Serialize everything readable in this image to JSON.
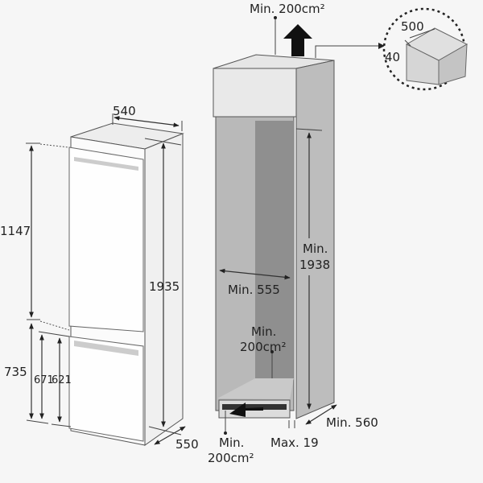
{
  "appliance": {
    "width_label": "540",
    "upper_height_label": "1147",
    "total_height_label": "1935",
    "lower_height_label": "735",
    "door_671_label": "671",
    "door_621_label": "621",
    "depth_label": "550"
  },
  "cabinet": {
    "top_vent_label": "Min. 200cm²",
    "inset_width_label": "500",
    "inset_depth_label": "40",
    "height_label_line1": "Min.",
    "height_label_line2": "1938",
    "width_label": "Min. 555",
    "rear_vent_line1": "Min.",
    "rear_vent_line2": "200cm²",
    "depth_label": "Min. 560",
    "plinth_gap_label": "Max. 19",
    "bottom_vent_line1": "Min.",
    "bottom_vent_line2": "200cm²"
  },
  "colors": {
    "cabinet_side": "#b8b8b8",
    "cabinet_back": "#8f8f8f",
    "cabinet_top": "#e2e2e2",
    "fridge": "#fafafa"
  }
}
